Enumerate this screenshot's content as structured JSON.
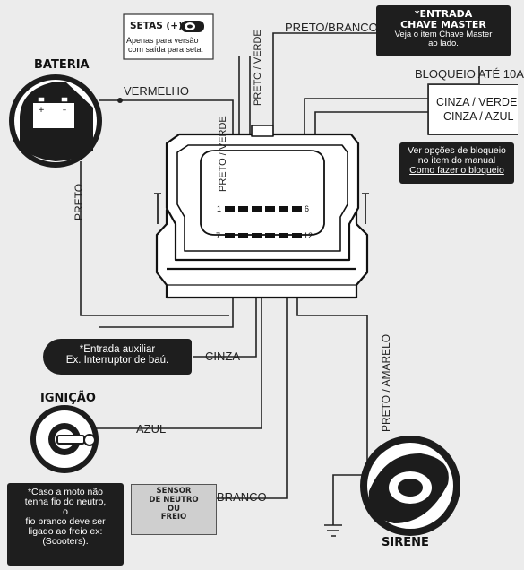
{
  "components": {
    "bateria": "BATERIA",
    "ignicao": "IGNIÇÃO",
    "sirene": "SIRENE"
  },
  "wires": {
    "vermelho": "VERMELHO",
    "preto": "PRETO",
    "preto_verde_1": "PRETO / VERDE",
    "preto_verde_2": "PRETO / VERDE",
    "preto_branco": "PRETO/BRANCO",
    "bloqueio": "BLOQUEIO ATÉ 10A",
    "cinza_verde": "CINZA / VERDE",
    "cinza_azul": "CINZA / AZUL",
    "cinza": "CINZA",
    "azul": "AZUL",
    "branco": "BRANCO",
    "preto_amarelo": "PRETO / AMARELO"
  },
  "setas_box": {
    "title": "SETAS (+)",
    "line1": "Apenas  para  versão",
    "line2": "com saída para seta."
  },
  "chave_master": {
    "title1": "*ENTRADA",
    "title2": "CHAVE MASTER",
    "line1": "Veja o item Chave Master",
    "line2": "ao lado."
  },
  "bloqueio_note": {
    "line1": "Ver opções de bloqueio",
    "line2": "no item do manual",
    "line3": "Como fazer o bloqueio"
  },
  "aux_input": {
    "line1": "*Entrada auxiliar",
    "line2": "Ex. Interruptor de baú."
  },
  "neutro_note": {
    "line1": "*Caso a moto não",
    "line2": "tenha fio do neutro,",
    "line3": "o",
    "line4": "fio branco deve ser",
    "line5": "ligado ao freio ex:",
    "line6": "(Scooters)."
  },
  "sensor": {
    "line1": "SENSOR",
    "line2": "DE NEUTRO",
    "line3": "OU",
    "line4": "FREIO"
  },
  "connector": {
    "pin_1": "1",
    "pin_6": "6",
    "pin_7": "7",
    "pin_12": "12"
  }
}
